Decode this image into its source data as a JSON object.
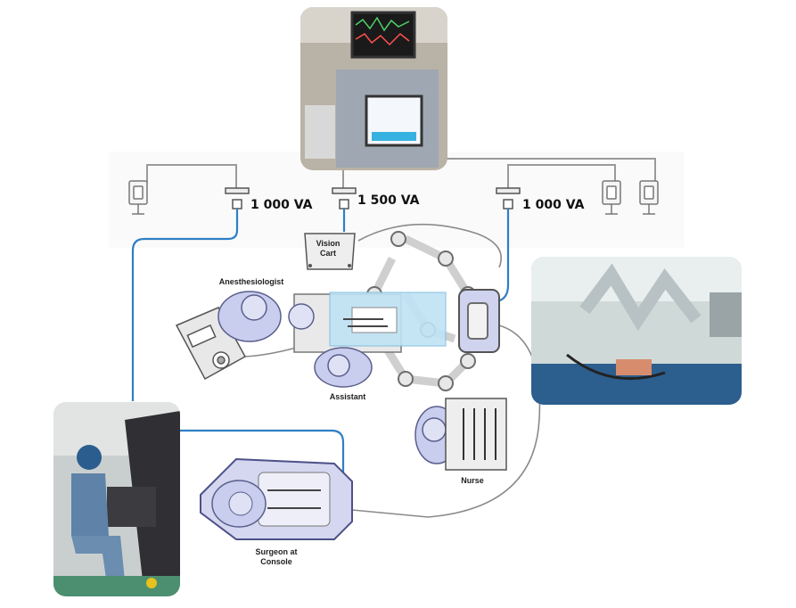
{
  "power_labels": {
    "left": "1 000 VA",
    "center": "1 500 VA",
    "right": "1 000 VA"
  },
  "stations": {
    "vision_cart": "Vision Cart",
    "anesthesiologist": "Anesthesiologist",
    "assistant": "Assistant",
    "nurse": "Nurse",
    "surgeon": "Surgeon at Console"
  },
  "colors": {
    "power_cable": "#2f7fc6",
    "gray_cable": "#8c8c8c",
    "equipment_fill": "#e6e6e6",
    "person_fill": "#c9cdee",
    "patient_zone": "#bfe3f5"
  }
}
